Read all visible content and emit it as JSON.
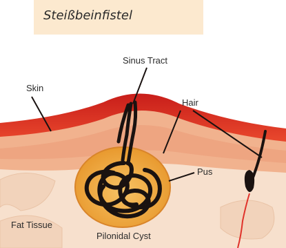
{
  "title": "Steißbeinfistel",
  "labels": {
    "sinus_tract": "Sinus Tract",
    "skin": "Skin",
    "hair": "Hair",
    "pus": "Pus",
    "fat_tissue": "Fat Tissue",
    "pilonidal_cyst": "Pilonidal Cyst"
  },
  "colors": {
    "skin_red": "#d8281f",
    "dermis": "#f0b08c",
    "cyst_fill": "#f4b24a",
    "fat": "#f6dcc6",
    "hair": "#1a1210",
    "title_bg": "#fce9cf"
  }
}
